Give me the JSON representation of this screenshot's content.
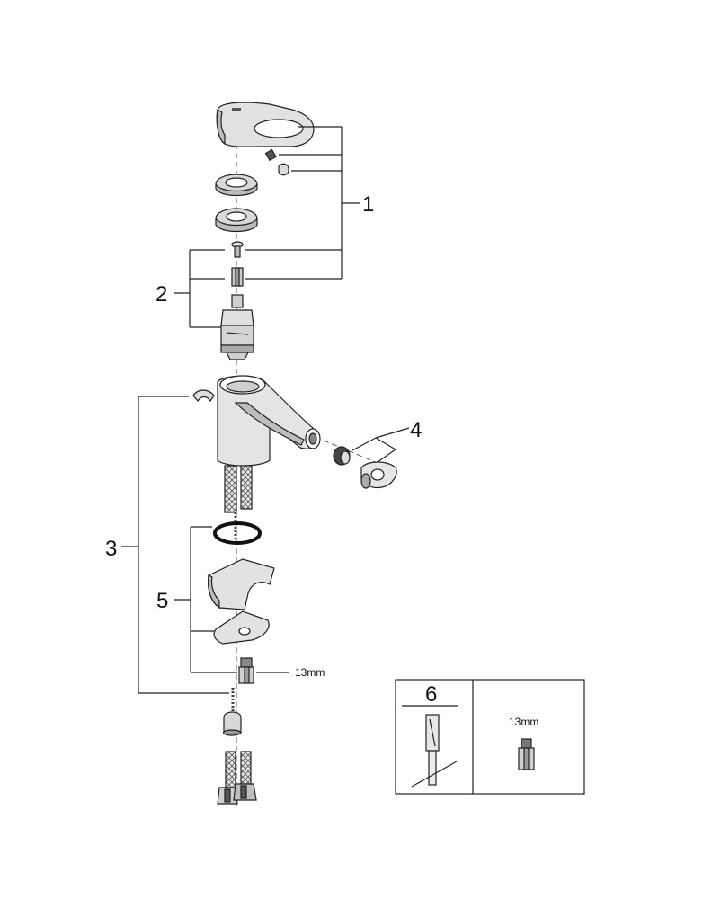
{
  "callouts": {
    "c1": "1",
    "c2": "2",
    "c3": "3",
    "c4": "4",
    "c5": "5",
    "c6": "6"
  },
  "dimensions": {
    "nut_size_main": "13mm",
    "nut_size_inset": "13mm"
  },
  "colors": {
    "line": "#222222",
    "part_fill_light": "#e6e6e6",
    "part_fill_mid": "#cfcfcf",
    "part_fill_dark": "#8a8a8a"
  }
}
